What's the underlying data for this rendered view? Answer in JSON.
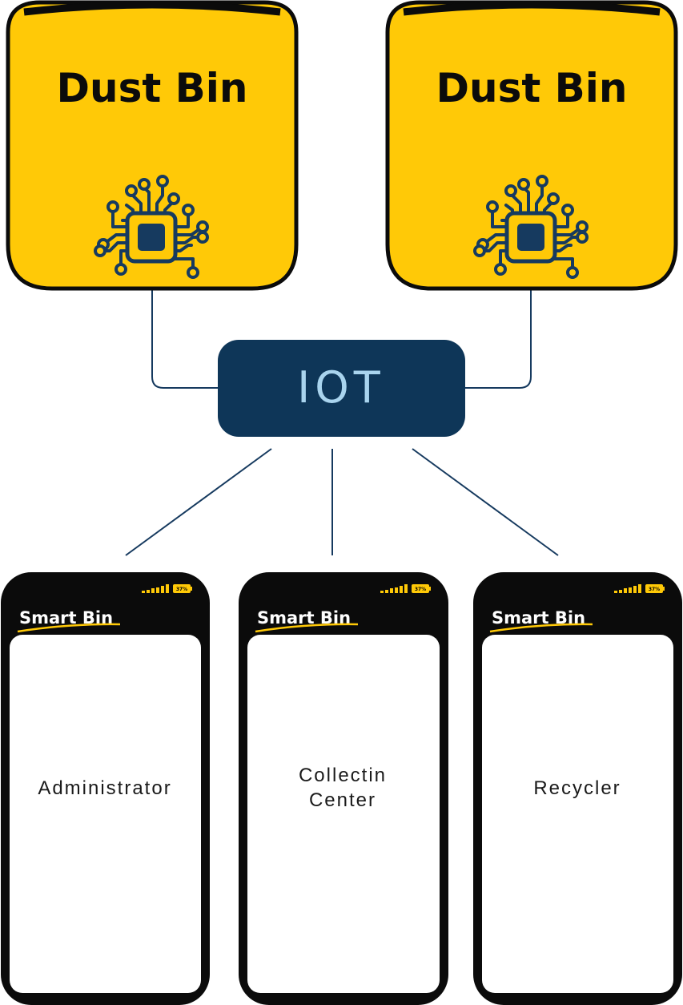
{
  "bins": [
    {
      "title": "Dust Bin"
    },
    {
      "title": "Dust Bin"
    }
  ],
  "hub": {
    "label": "IOT"
  },
  "phones": [
    {
      "brand": "Smart Bin",
      "battery": "37%",
      "role_lines": [
        "Administrator"
      ]
    },
    {
      "brand": "Smart Bin",
      "battery": "37%",
      "role_lines": [
        "Collectin",
        "Center"
      ]
    },
    {
      "brand": "Smart Bin",
      "battery": "37%",
      "role_lines": [
        "Recycler"
      ]
    }
  ],
  "colors": {
    "bin_fill": "#ffc907",
    "outline": "#0b0b0b",
    "chip": "#163a5f",
    "hub_fill": "#0e3658",
    "hub_text": "#a9d4ee",
    "connector": "#163a5f",
    "phone_body": "#0b0b0b",
    "signal": "#ffc907"
  }
}
